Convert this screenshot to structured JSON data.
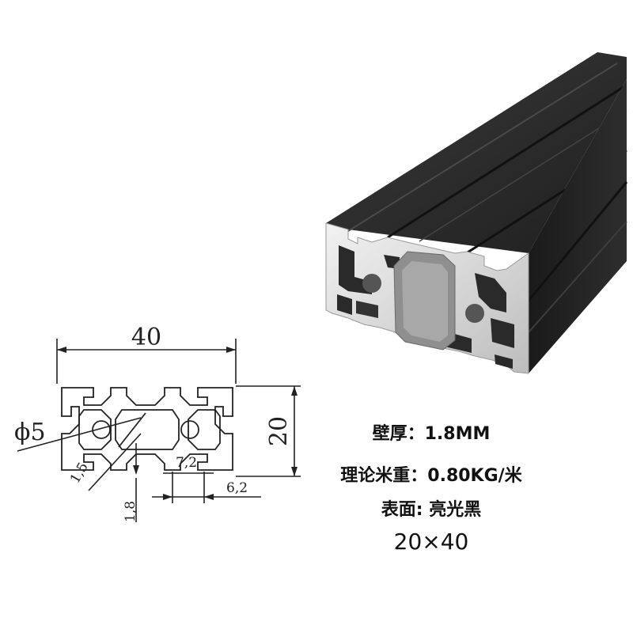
{
  "drawing": {
    "width_label": "40",
    "height_label": "20",
    "hole_label": "ϕ5",
    "wall_label": "1,5",
    "slot_depth_label": "1,8",
    "slot_inner_label": "7,2",
    "slot_open_label": "6,2"
  },
  "specs": {
    "wall_thickness": "壁厚：1.8MM",
    "weight": "理论米重：0.80KG/米",
    "surface": "表面: 亮光黑",
    "size": "20×40"
  },
  "colors": {
    "profile_body": "#2b2b2b",
    "profile_face": "#dcdcdc",
    "line": "#222222"
  }
}
